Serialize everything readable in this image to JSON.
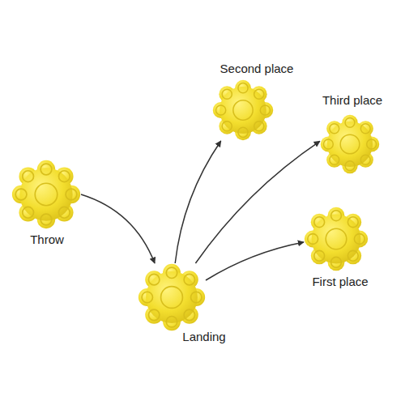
{
  "diagram": {
    "nodes": [
      {
        "text": [
          "Second place"
        ]
      },
      {
        "text": [
          "Third place"
        ]
      },
      {
        "text": [
          "Throw"
        ]
      },
      {
        "text": [
          "First place"
        ]
      },
      {
        "text": [
          "Landing"
        ]
      }
    ],
    "edges": [
      {
        "from": 2,
        "to": 4,
        "arrow": "to"
      },
      {
        "from": 4,
        "to": 0,
        "arrow": "to"
      },
      {
        "from": 4,
        "to": 1,
        "arrow": "to"
      },
      {
        "from": 4,
        "to": 3,
        "arrow": "to"
      }
    ]
  }
}
